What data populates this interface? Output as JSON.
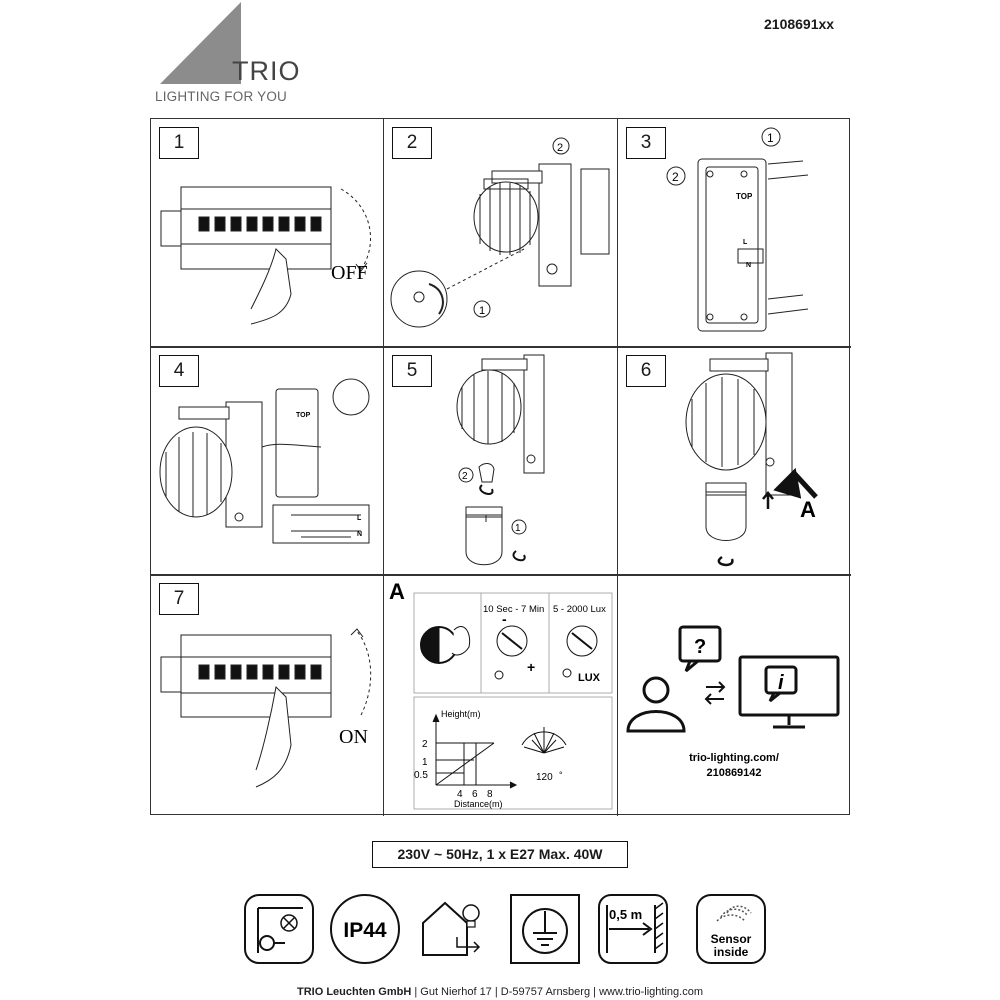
{
  "brand": {
    "name": "TRIO",
    "tagline": "LIGHTING FOR YOU"
  },
  "document_number": "2108691xx",
  "steps": [
    {
      "number": "1",
      "switch_label": "OFF"
    },
    {
      "number": "2",
      "callouts": [
        "2",
        "1"
      ]
    },
    {
      "number": "3",
      "callouts": [
        "1",
        "2"
      ],
      "labels": [
        "TOP",
        "L",
        "N"
      ]
    },
    {
      "number": "4",
      "labels": [
        "TOP",
        "L",
        "N"
      ]
    },
    {
      "number": "5",
      "callouts": [
        "2",
        "1"
      ]
    },
    {
      "number": "6",
      "marker": "A"
    },
    {
      "number": "7",
      "switch_label": "ON"
    }
  ],
  "sensor_panel": {
    "marker": "A",
    "time_label": "10 Sec - 7 Min",
    "lux_label": "5 - 2000 Lux",
    "lux_text": "LUX",
    "minus": "-",
    "plus": "+",
    "height_label": "Height(m)",
    "height_ticks": [
      "2",
      "1",
      "0.5"
    ],
    "distance_ticks": [
      "4",
      "6",
      "8"
    ],
    "distance_label": "Distance(m)",
    "angle_value": "120",
    "angle_unit": "°"
  },
  "info_panel": {
    "url_line1": "trio-lighting.com/",
    "url_line2": "210869142"
  },
  "spec_text": "230V ~ 50Hz, 1 x E27 Max. 40W",
  "icons": [
    {
      "name": "mounting-surface-icon"
    },
    {
      "name": "ip-rating-icon",
      "text": "IP44"
    },
    {
      "name": "outdoor-use-icon"
    },
    {
      "name": "protection-class-earth-icon"
    },
    {
      "name": "min-distance-icon",
      "text": "0,5 m"
    },
    {
      "name": "sensor-inside-icon",
      "text_line1": "Sensor",
      "text_line2": "inside"
    }
  ],
  "footer": {
    "company": "TRIO Leuchten GmbH",
    "address1": "Gut Nierhof 17",
    "address2": "D-59757 Arnsberg",
    "website": "www.trio-lighting.com",
    "separator": "|"
  }
}
